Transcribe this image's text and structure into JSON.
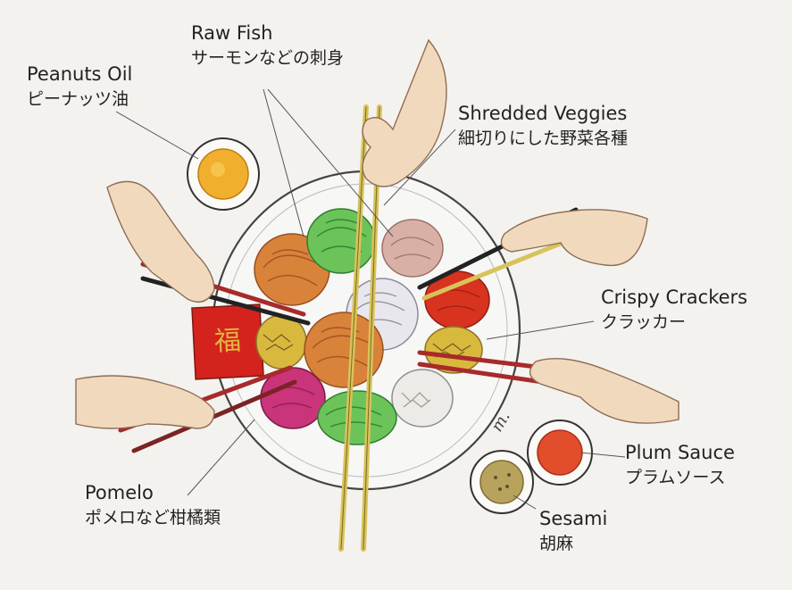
{
  "labels": {
    "raw_fish": {
      "en": "Raw Fish",
      "jp": "サーモンなどの刺身"
    },
    "peanuts_oil": {
      "en": "Peanuts Oil",
      "jp": "ピーナッツ油"
    },
    "shredded_veggies": {
      "en": "Shredded Veggies",
      "jp": "細切りにした野菜各種"
    },
    "crispy_crackers": {
      "en": "Crispy Crackers",
      "jp": "クラッカー"
    },
    "plum_sauce": {
      "en": "Plum Sauce",
      "jp": "プラムソース"
    },
    "pomelo": {
      "en": "Pomelo",
      "jp": "ポメロなど柑橘類"
    },
    "sesami": {
      "en": "Sesami",
      "jp": "胡麻"
    }
  },
  "signature": "m.",
  "colors": {
    "paper": "#f4f2ee",
    "plate_outline": "#444444",
    "salmon": "#d9823a",
    "green_veg": "#6cc35a",
    "pink_veg": "#c9347a",
    "red_veg": "#d8331f",
    "white_veg": "#e9e7ee",
    "cracker": "#d9b83e",
    "envelope": "#d4231c",
    "chopstick_gold": "#d8c35a",
    "chopstick_red": "#a82a2a",
    "chopstick_black": "#222222",
    "skin": "#f1d9bd",
    "oil": "#f0b02e",
    "plum_sauce": "#e24d2b",
    "sesame": "#b7a35c"
  }
}
